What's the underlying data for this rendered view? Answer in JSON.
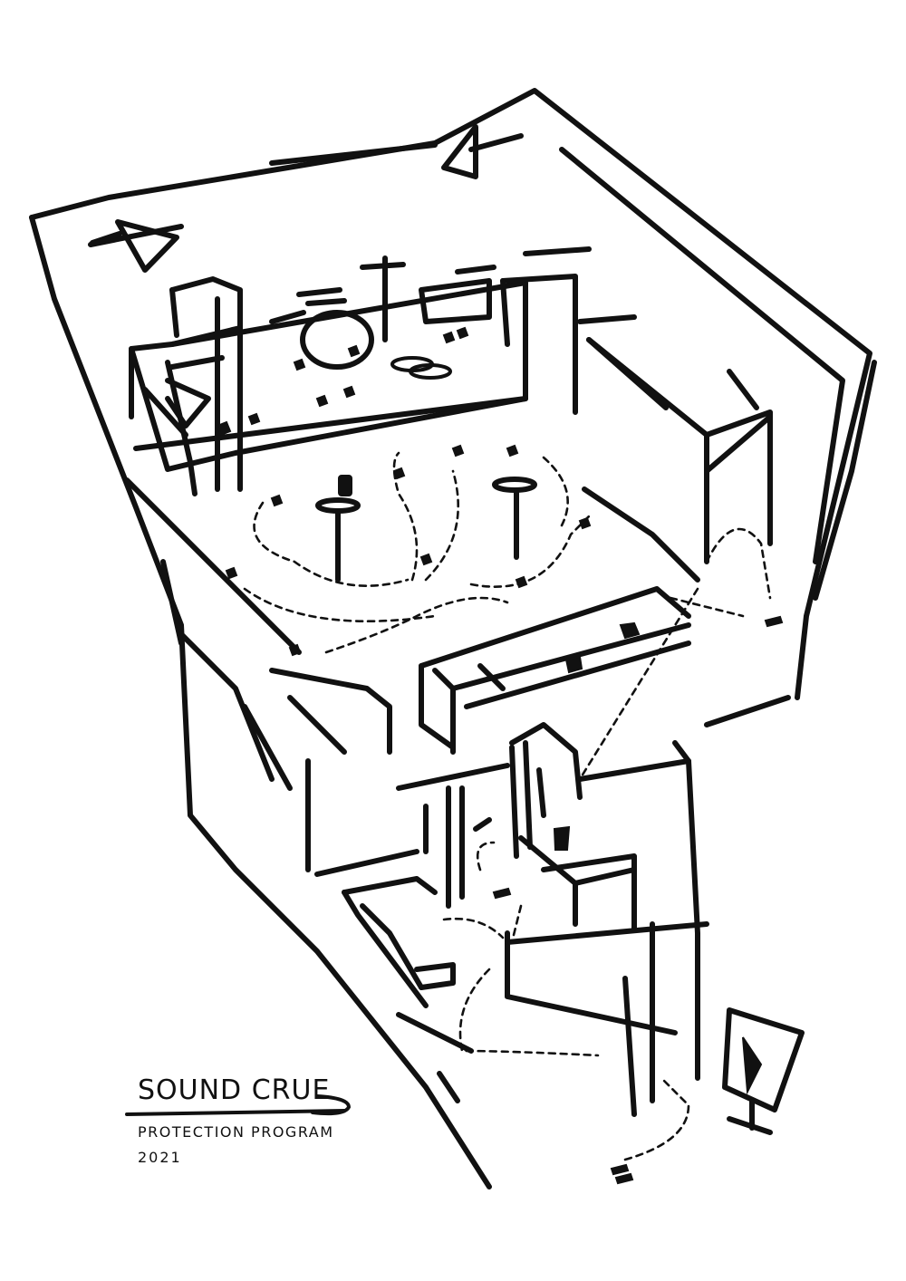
{
  "caption": {
    "title": "SOUND CRUE",
    "subtitle": "PROTECTION PROGRAM",
    "year": "2021"
  },
  "ink_color": "#111111",
  "background_color": "#ffffff"
}
